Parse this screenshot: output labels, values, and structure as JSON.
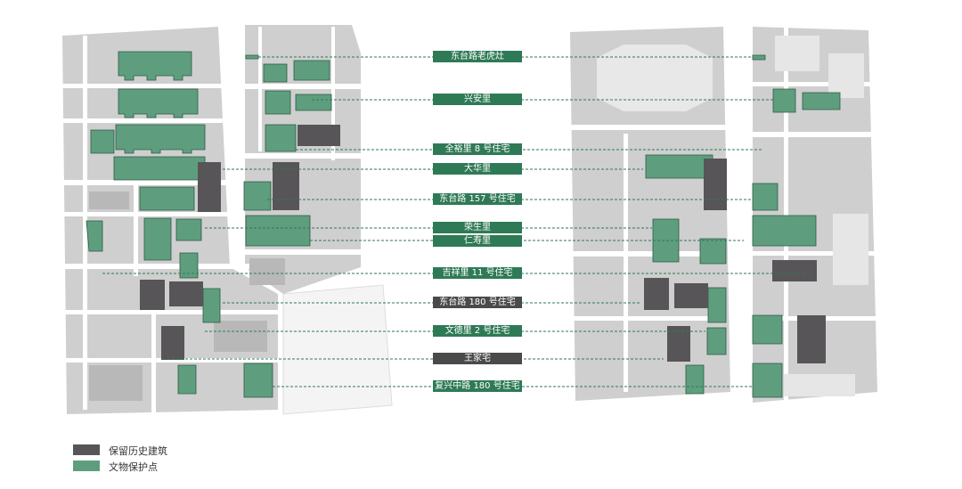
{
  "colors": {
    "historic": "#575557",
    "heritage": "#5e9e7e",
    "heritage_label_bg": "#2f7a56",
    "historic_label_bg": "#4a4a4a",
    "block": "#cfcfcf",
    "block_dark": "#b8b8b8",
    "road": "#ffffff",
    "leader": "#2f7a56"
  },
  "labels": [
    {
      "text": "东台路老虎灶",
      "kind": "heritage"
    },
    {
      "text": "兴安里",
      "kind": "heritage"
    },
    {
      "text": "全裕里 8 号住宅",
      "kind": "heritage"
    },
    {
      "text": "大华里",
      "kind": "heritage"
    },
    {
      "text": "东台路 157 号住宅",
      "kind": "heritage"
    },
    {
      "text": "荣生里",
      "kind": "heritage"
    },
    {
      "text": "仁寿里",
      "kind": "heritage"
    },
    {
      "text": "吉祥里 11 号住宅",
      "kind": "heritage"
    },
    {
      "text": "东台路 180 号住宅",
      "kind": "historic"
    },
    {
      "text": "文德里 2 号住宅",
      "kind": "heritage"
    },
    {
      "text": "王家宅",
      "kind": "historic"
    },
    {
      "text": "复兴中路 180 号住宅",
      "kind": "heritage"
    }
  ],
  "legend": [
    {
      "text": "保留历史建筑",
      "kind": "historic"
    },
    {
      "text": "文物保护点",
      "kind": "heritage"
    }
  ]
}
